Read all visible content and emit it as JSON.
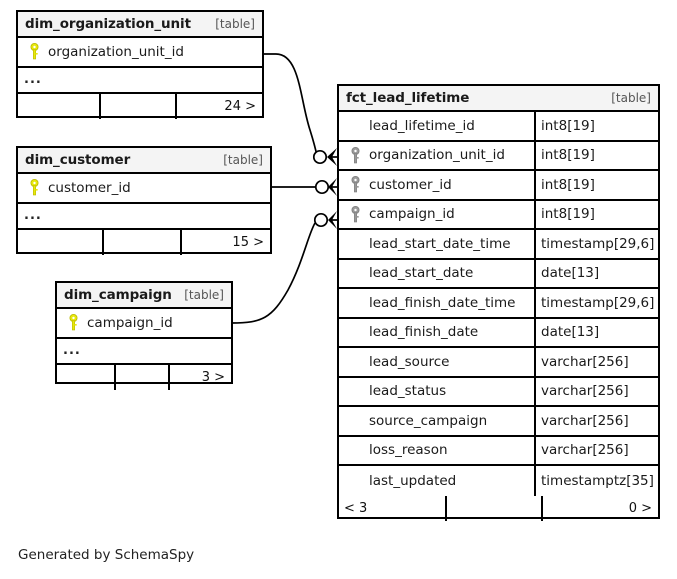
{
  "diagram": {
    "generator_note": "Generated by SchemaSpy",
    "table_tag": "[table]",
    "more_marker": "...",
    "colors": {
      "primary_key": "#e8e80d",
      "foreign_key": "#9a9a9a",
      "border": "#000000",
      "header_fill": "#f4f4f4",
      "page_background": "#ffffff"
    }
  },
  "entities": {
    "dim_organization_unit": {
      "name": "dim_organization_unit",
      "tag": "[table]",
      "columns": [
        {
          "name": "organization_unit_id",
          "key": "primary-key-icon"
        }
      ],
      "more": "...",
      "footer": {
        "left": "",
        "middle": "",
        "right": "24 >"
      }
    },
    "dim_customer": {
      "name": "dim_customer",
      "tag": "[table]",
      "columns": [
        {
          "name": "customer_id",
          "key": "primary-key-icon"
        }
      ],
      "more": "...",
      "footer": {
        "left": "",
        "middle": "",
        "right": "15 >"
      }
    },
    "dim_campaign": {
      "name": "dim_campaign",
      "tag": "[table]",
      "columns": [
        {
          "name": "campaign_id",
          "key": "primary-key-icon"
        }
      ],
      "more": "...",
      "footer": {
        "left": "",
        "middle": "",
        "right": "3 >"
      }
    },
    "fct_lead_lifetime": {
      "name": "fct_lead_lifetime",
      "tag": "[table]",
      "columns": [
        {
          "name": "lead_lifetime_id",
          "type": "int8[19]",
          "key": "none"
        },
        {
          "name": "organization_unit_id",
          "type": "int8[19]",
          "key": "foreign-key-icon"
        },
        {
          "name": "customer_id",
          "type": "int8[19]",
          "key": "foreign-key-icon"
        },
        {
          "name": "campaign_id",
          "type": "int8[19]",
          "key": "foreign-key-icon"
        },
        {
          "name": "lead_start_date_time",
          "type": "timestamp[29,6]",
          "key": "none"
        },
        {
          "name": "lead_start_date",
          "type": "date[13]",
          "key": "none"
        },
        {
          "name": "lead_finish_date_time",
          "type": "timestamp[29,6]",
          "key": "none"
        },
        {
          "name": "lead_finish_date",
          "type": "date[13]",
          "key": "none"
        },
        {
          "name": "lead_source",
          "type": "varchar[256]",
          "key": "none"
        },
        {
          "name": "lead_status",
          "type": "varchar[256]",
          "key": "none"
        },
        {
          "name": "source_campaign",
          "type": "varchar[256]",
          "key": "none"
        },
        {
          "name": "loss_reason",
          "type": "varchar[256]",
          "key": "none"
        },
        {
          "name": "last_updated",
          "type": "timestamptz[35]",
          "key": "none"
        }
      ],
      "footer": {
        "left": "< 3",
        "middle": "",
        "right": "0 >"
      }
    }
  },
  "relationships": [
    {
      "from": "dim_organization_unit.organization_unit_id",
      "to": "fct_lead_lifetime.organization_unit_id",
      "from_cardinality": "one",
      "to_cardinality": "zero-or-many"
    },
    {
      "from": "dim_customer.customer_id",
      "to": "fct_lead_lifetime.customer_id",
      "from_cardinality": "one",
      "to_cardinality": "zero-or-many"
    },
    {
      "from": "dim_campaign.campaign_id",
      "to": "fct_lead_lifetime.campaign_id",
      "from_cardinality": "one",
      "to_cardinality": "zero-or-many"
    }
  ]
}
